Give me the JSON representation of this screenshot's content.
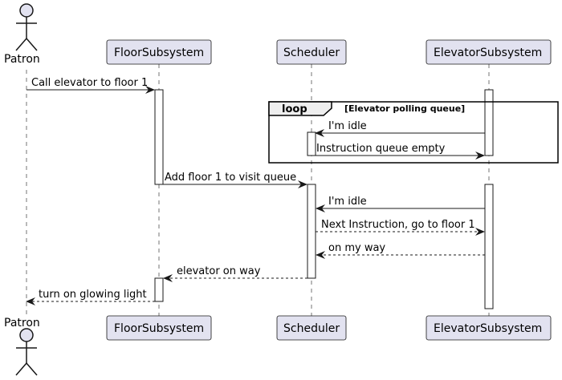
{
  "participants": [
    {
      "id": "patron",
      "label": "Patron",
      "kind": "actor"
    },
    {
      "id": "floor",
      "label": "FloorSubsystem",
      "kind": "participant"
    },
    {
      "id": "sched",
      "label": "Scheduler",
      "kind": "participant"
    },
    {
      "id": "elev",
      "label": "ElevatorSubsystem",
      "kind": "participant"
    }
  ],
  "loop": {
    "keyword": "loop",
    "condition": "[Elevator polling queue]"
  },
  "messages": [
    {
      "from": "patron",
      "to": "floor",
      "label": "Call elevator to floor 1",
      "style": "solid"
    },
    {
      "from": "elev",
      "to": "sched",
      "label": "I'm idle",
      "style": "solid"
    },
    {
      "from": "sched",
      "to": "elev",
      "label": "Instruction queue empty",
      "style": "solid"
    },
    {
      "from": "floor",
      "to": "sched",
      "label": "Add floor 1 to visit queue",
      "style": "solid"
    },
    {
      "from": "elev",
      "to": "sched",
      "label": "I'm idle",
      "style": "solid"
    },
    {
      "from": "sched",
      "to": "elev",
      "label": "Next Instruction, go to floor 1",
      "style": "dashed"
    },
    {
      "from": "elev",
      "to": "sched",
      "label": "on my way",
      "style": "dashed"
    },
    {
      "from": "sched",
      "to": "floor",
      "label": "elevator on way",
      "style": "dashed"
    },
    {
      "from": "floor",
      "to": "patron",
      "label": "turn on glowing light",
      "style": "dashed"
    }
  ],
  "colors": {
    "participant_fill": "#e2e2f0",
    "participant_border": "#181818",
    "line": "#181818",
    "background": "#ffffff"
  }
}
